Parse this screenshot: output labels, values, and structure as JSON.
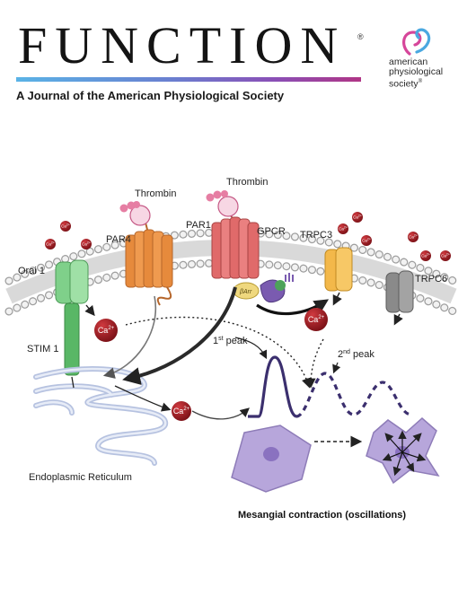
{
  "journal": {
    "title": "FUNCTION",
    "registered_mark": "®",
    "subtitle": "A Journal of the American Physiological Society",
    "publisher_lines": [
      "american",
      "physiological",
      "society"
    ],
    "publisher_mark": "®"
  },
  "colors": {
    "masthead": "#141414",
    "gradient": [
      "#5ab3e6",
      "#8a4fb6",
      "#b03585"
    ],
    "membrane": "#b9b9b9",
    "orai": "#7fd08a",
    "par4": "#e68a3c",
    "par1": "#e06a6a",
    "trpc3": "#f3b84a",
    "trpc6": "#8a8a8a",
    "er": "#bcc7e3",
    "calcium": "#9c1820",
    "trace": "#3b2f6e",
    "cell": "#b7a6db"
  },
  "diagram": {
    "labels": {
      "thrombin_1": "Thrombin",
      "thrombin_2": "Thrombin",
      "par4": "PAR4",
      "par1": "PAR1",
      "gpcr": "GPCR",
      "trpc3": "TRPC3",
      "trpc6": "TRPC6",
      "orai1": "Orai 1",
      "stim1": "STIM 1",
      "er": "Endoplasmic Reticulum",
      "first_peak_num": "1",
      "first_peak_sup": "st",
      "first_peak_word": " peak",
      "second_peak_num": "2",
      "second_peak_sup": "nd",
      "second_peak_word": " peak",
      "beta_arr": "βArr",
      "caption": "Mesangial contraction (oscillations)"
    },
    "ion": {
      "symbol": "Ca",
      "charge": "2+"
    }
  }
}
